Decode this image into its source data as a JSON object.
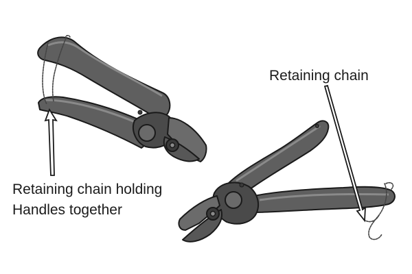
{
  "labels": {
    "left_line1": "Retaining chain holding",
    "left_line2": "Handles together",
    "right": "Retaining chain"
  },
  "objects": [
    {
      "name": "side cutting pliers",
      "state": "closed, handles held together by retaining chain"
    },
    {
      "name": "side cutting pliers",
      "state": "open, retaining chain hanging loose"
    }
  ],
  "colors": {
    "tool_body": "#5f5f5f",
    "tool_highlight": "#8a8a8a",
    "tool_shadow": "#3a3a3a",
    "outline": "#1a1a1a",
    "blade": "#6b6b6b",
    "chain": "#444444",
    "arrow_fill": "#ffffff",
    "background": "#ffffff"
  },
  "icons": [
    "closed-pliers-illustration",
    "open-pliers-illustration",
    "retaining-chain",
    "pointer-arrow"
  ]
}
